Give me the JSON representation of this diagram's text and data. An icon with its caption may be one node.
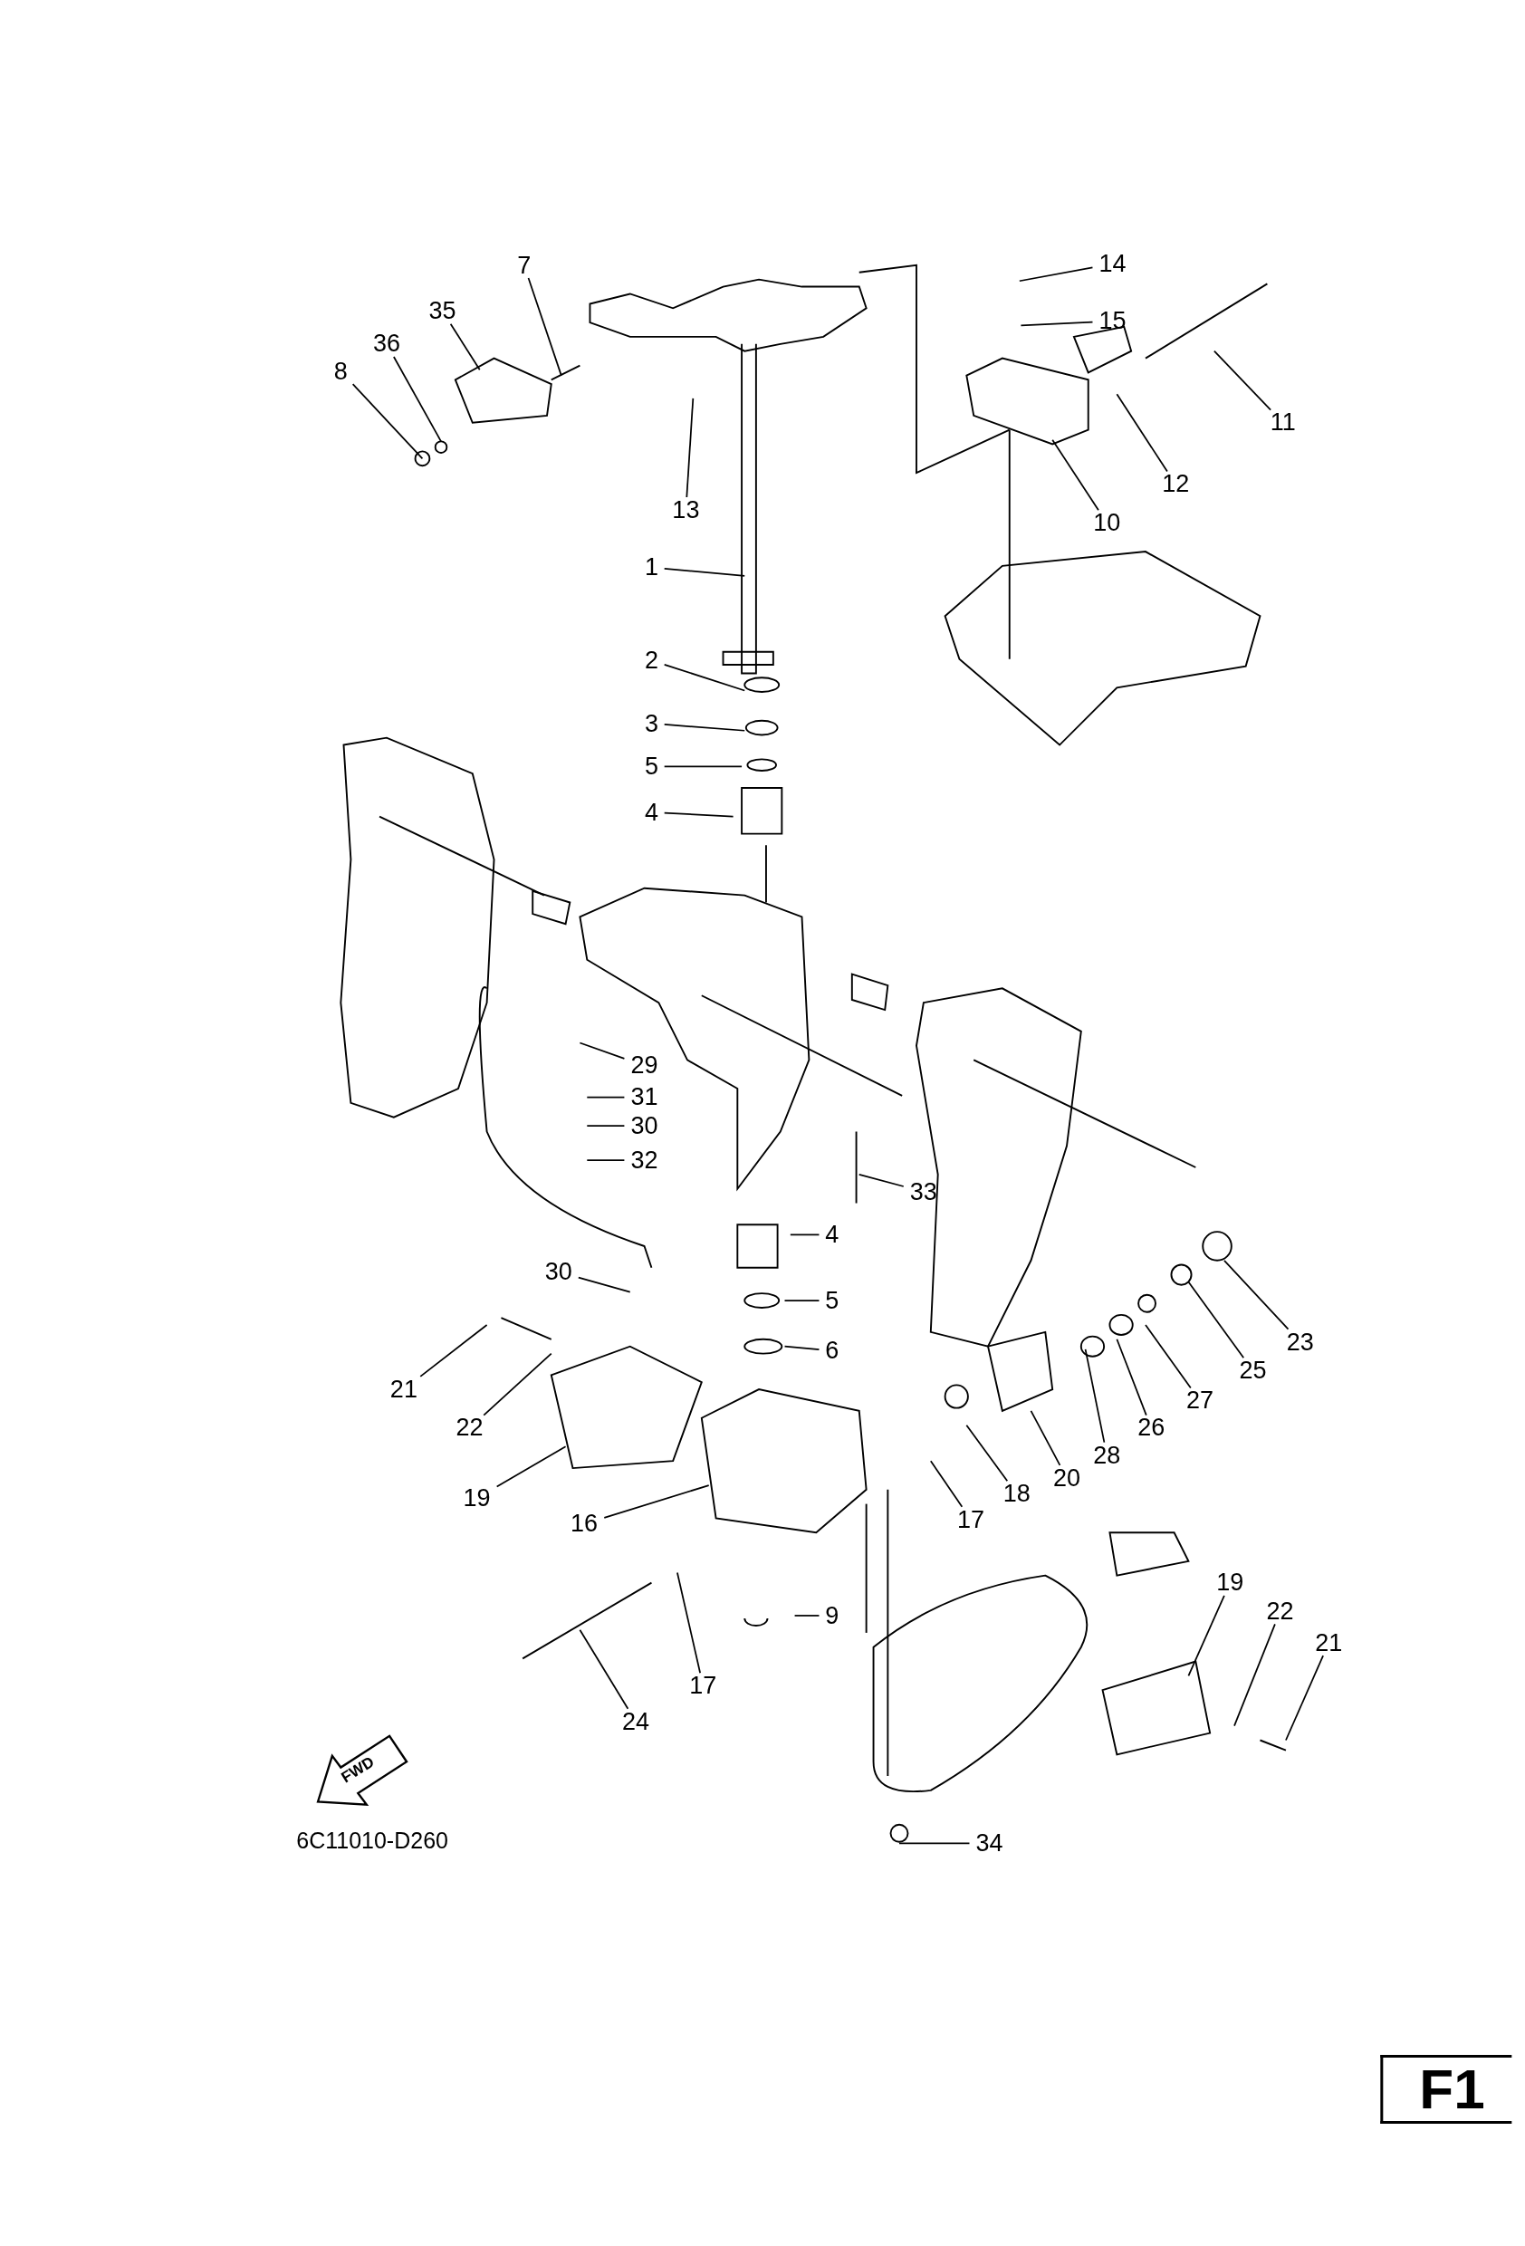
{
  "diagram": {
    "nodes": [
      {
        "text": [
          "1"
        ]
      },
      {
        "text": [
          "2"
        ]
      },
      {
        "text": [
          "3"
        ]
      },
      {
        "text": [
          "5"
        ]
      },
      {
        "text": [
          "4"
        ]
      },
      {
        "text": [
          "7"
        ]
      },
      {
        "text": [
          "35"
        ]
      },
      {
        "text": [
          "36"
        ]
      },
      {
        "text": [
          "8"
        ]
      },
      {
        "text": [
          "13"
        ]
      },
      {
        "text": [
          "14"
        ]
      },
      {
        "text": [
          "15"
        ]
      },
      {
        "text": [
          "11"
        ]
      },
      {
        "text": [
          "12"
        ]
      },
      {
        "text": [
          "10"
        ]
      },
      {
        "text": [
          "29"
        ]
      },
      {
        "text": [
          "31"
        ]
      },
      {
        "text": [
          "30"
        ]
      },
      {
        "text": [
          "32"
        ]
      },
      {
        "text": [
          "33"
        ]
      },
      {
        "text": [
          "4"
        ]
      },
      {
        "text": [
          "5"
        ]
      },
      {
        "text": [
          "6"
        ]
      },
      {
        "text": [
          "30"
        ]
      },
      {
        "text": [
          "21"
        ]
      },
      {
        "text": [
          "22"
        ]
      },
      {
        "text": [
          "19"
        ]
      },
      {
        "text": [
          "16"
        ]
      },
      {
        "text": [
          "17"
        ]
      },
      {
        "text": [
          "18"
        ]
      },
      {
        "text": [
          "20"
        ]
      },
      {
        "text": [
          "28"
        ]
      },
      {
        "text": [
          "26"
        ]
      },
      {
        "text": [
          "27"
        ]
      },
      {
        "text": [
          "25"
        ]
      },
      {
        "text": [
          "23"
        ]
      },
      {
        "text": [
          "9"
        ]
      },
      {
        "text": [
          "17"
        ]
      },
      {
        "text": [
          "24"
        ]
      },
      {
        "text": [
          "19"
        ]
      },
      {
        "text": [
          "22"
        ]
      },
      {
        "text": [
          "21"
        ]
      },
      {
        "text": [
          "34"
        ]
      }
    ],
    "edges": [
      {
        "from": 0,
        "to": null,
        "arrow": "none"
      },
      {
        "from": 1,
        "to": null,
        "arrow": "none"
      },
      {
        "from": 2,
        "to": null,
        "arrow": "none"
      },
      {
        "from": 3,
        "to": null,
        "arrow": "none"
      },
      {
        "from": 4,
        "to": null,
        "arrow": "none"
      },
      {
        "from": 5,
        "to": null,
        "arrow": "none"
      },
      {
        "from": 6,
        "to": null,
        "arrow": "none"
      },
      {
        "from": 7,
        "to": null,
        "arrow": "none"
      },
      {
        "from": 8,
        "to": null,
        "arrow": "none"
      },
      {
        "from": 9,
        "to": null,
        "arrow": "none"
      },
      {
        "from": 10,
        "to": null,
        "arrow": "none"
      },
      {
        "from": 11,
        "to": null,
        "arrow": "none"
      },
      {
        "from": 12,
        "to": null,
        "arrow": "none"
      },
      {
        "from": 13,
        "to": null,
        "arrow": "none"
      },
      {
        "from": 14,
        "to": null,
        "arrow": "none"
      },
      {
        "from": 15,
        "to": null,
        "arrow": "none"
      },
      {
        "from": 16,
        "to": null,
        "arrow": "none"
      },
      {
        "from": 17,
        "to": null,
        "arrow": "none"
      },
      {
        "from": 18,
        "to": null,
        "arrow": "none"
      },
      {
        "from": 19,
        "to": null,
        "arrow": "none"
      },
      {
        "from": 20,
        "to": null,
        "arrow": "none"
      },
      {
        "from": 21,
        "to": null,
        "arrow": "none"
      },
      {
        "from": 22,
        "to": null,
        "arrow": "none"
      },
      {
        "from": 23,
        "to": null,
        "arrow": "none"
      },
      {
        "from": 24,
        "to": null,
        "arrow": "none"
      },
      {
        "from": 25,
        "to": null,
        "arrow": "none"
      },
      {
        "from": 26,
        "to": null,
        "arrow": "none"
      },
      {
        "from": 27,
        "to": null,
        "arrow": "none"
      },
      {
        "from": 28,
        "to": null,
        "arrow": "none"
      },
      {
        "from": 29,
        "to": null,
        "arrow": "none"
      },
      {
        "from": 30,
        "to": null,
        "arrow": "none"
      },
      {
        "from": 31,
        "to": null,
        "arrow": "none"
      },
      {
        "from": 32,
        "to": null,
        "arrow": "none"
      },
      {
        "from": 33,
        "to": null,
        "arrow": "none"
      },
      {
        "from": 34,
        "to": null,
        "arrow": "none"
      },
      {
        "from": 35,
        "to": null,
        "arrow": "none"
      },
      {
        "from": 36,
        "to": null,
        "arrow": "none"
      },
      {
        "from": 37,
        "to": null,
        "arrow": "none"
      },
      {
        "from": 38,
        "to": null,
        "arrow": "none"
      },
      {
        "from": 39,
        "to": null,
        "arrow": "none"
      },
      {
        "from": 40,
        "to": null,
        "arrow": "none"
      },
      {
        "from": 41,
        "to": null,
        "arrow": "none"
      },
      {
        "from": 42,
        "to": null,
        "arrow": "none"
      }
    ],
    "labels": [
      "FWD",
      "6C11010-D260",
      "F1"
    ]
  }
}
